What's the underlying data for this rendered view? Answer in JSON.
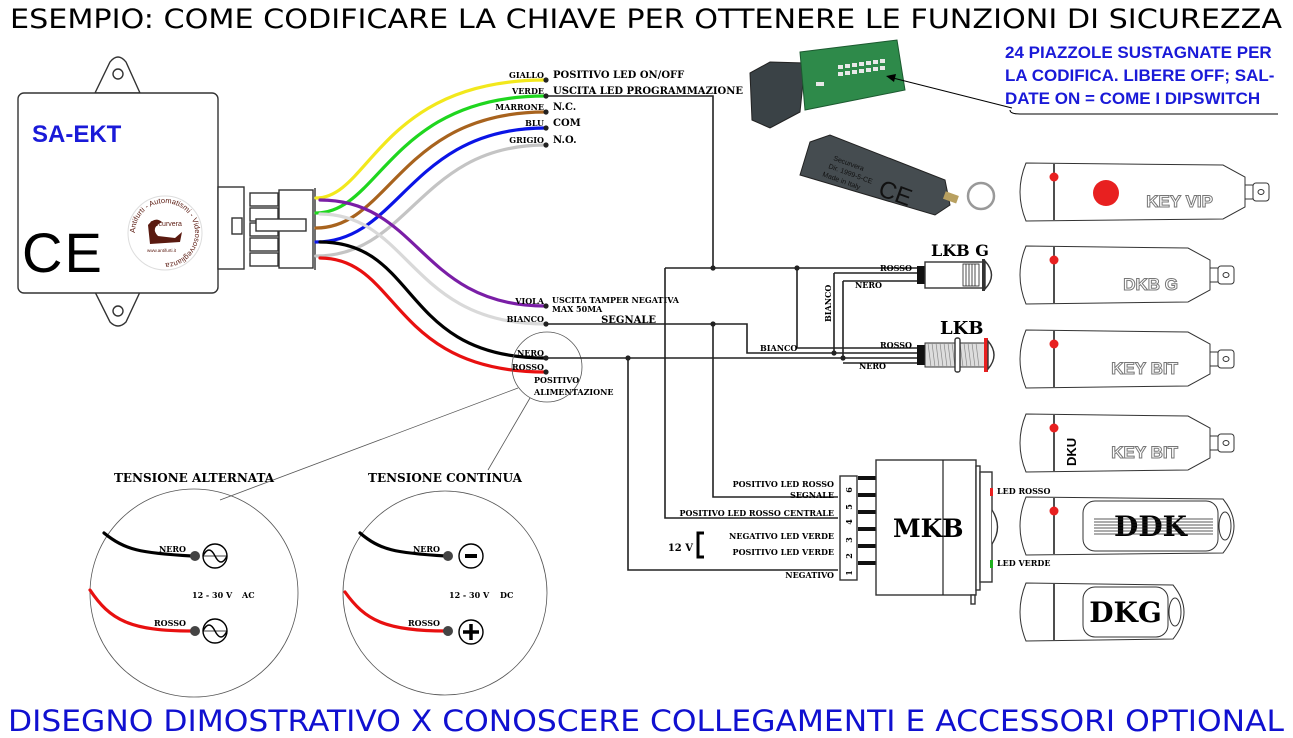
{
  "title": "ESEMPIO: COME CODIFICARE LA CHIAVE PER OTTENERE LE FUNZIONI DI SICUREZZA",
  "footer": "DISEGNO DIMOSTRATIVO X CONOSCERE COLLEGAMENTI E ACCESSORI OPTIONAL",
  "main_unit": {
    "model": "SA-EKT",
    "ce_mark": "CE",
    "logo": {
      "brand": "Securvera",
      "ring_text": "Antifurti - Automatismi - Videosorveglianza",
      "url_text": "www.antifurti.it"
    }
  },
  "colors": {
    "giallo": "#f2e81c",
    "verde": "#1fd61f",
    "marrone": "#a8631e",
    "blu": "#0a14e6",
    "grigio": "#c4c4c4",
    "viola": "#7a1ea6",
    "bianco": "#d9d9d9",
    "nero": "#000000",
    "rosso": "#e81010",
    "note_blue": "#1a1ad8",
    "led_red": "#e82020",
    "led_green": "#20b020"
  },
  "top_wires": [
    {
      "color_name": "GIALLO",
      "function": "POSITIVO LED ON/OFF"
    },
    {
      "color_name": "VERDE",
      "function": "USCITA LED PROGRAMMAZIONE"
    },
    {
      "color_name": "MARRONE",
      "function": "N.C."
    },
    {
      "color_name": "BLU",
      "function": "COM"
    },
    {
      "color_name": "GRIGIO",
      "function": "N.O."
    }
  ],
  "bottom_wires": [
    {
      "color_name": "VIOLA",
      "function_line1": "USCITA TAMPER NEGATIVA",
      "function_line2": "MAX 50MA"
    },
    {
      "color_name": "BIANCO",
      "function": "SEGNALE"
    },
    {
      "color_name": "NERO"
    },
    {
      "color_name": "ROSSO",
      "function_line1": "POSITIVO",
      "function_line2": "ALIMENTAZIONE"
    }
  ],
  "key_note": {
    "line1": "24 PIAZZOLE SUSTAGNATE PER",
    "line2": "LA CODIFICA. LIBERE OFF; SAL-",
    "line3": "DATE ON = COME I DIPSWITCH"
  },
  "key_photo": {
    "line1": "Securvera",
    "line2": "Dir. 1999-5-CE",
    "line3": "Made in Italy",
    "ce": "CE"
  },
  "readers": {
    "lkb_g": {
      "name": "LKB G",
      "wires": [
        "ROSSO",
        "NERO"
      ],
      "side_label": "BIANCO"
    },
    "lkb": {
      "name": "LKB",
      "wires": [
        "ROSSO",
        "NERO"
      ],
      "side_label": "BIANCO"
    }
  },
  "mkb": {
    "name": "MKB",
    "led_top": "LED ROSSO",
    "led_bottom": "LED VERDE",
    "pins": [
      {
        "num": "6",
        "label": "POSITIVO LED ROSSO"
      },
      {
        "num": "5",
        "label": "SEGNALE"
      },
      {
        "num": "4",
        "label": "POSITIVO LED ROSSO CENTRALE"
      },
      {
        "num": "3",
        "label": "NEGATIVO LED VERDE"
      },
      {
        "num": "2",
        "label": "POSITIVO LED VERDE"
      },
      {
        "num": "1",
        "label": "NEGATIVO"
      }
    ],
    "bracket_label": "12 V"
  },
  "power": {
    "ac": {
      "title": "TENSIONE ALTERNATA",
      "nero": "NERO",
      "rosso": "ROSSO",
      "range": "12 - 30 V",
      "unit_sub": "AC"
    },
    "dc": {
      "title": "TENSIONE CONTINUA",
      "nero": "NERO",
      "rosso": "ROSSO",
      "range": "12 - 30 V",
      "unit_sub": "DC",
      "minus": "-",
      "plus": "+"
    }
  },
  "keys": [
    {
      "name": "KEY VIP",
      "led": true,
      "big_dot": true
    },
    {
      "name": "DKB G",
      "led": true
    },
    {
      "name": "KEY BIT",
      "led": true
    },
    {
      "name": "KEY BIT",
      "led": true,
      "side_label": "DKU"
    },
    {
      "name": "DDK",
      "led": true
    },
    {
      "name": "DKG",
      "led": false
    }
  ]
}
